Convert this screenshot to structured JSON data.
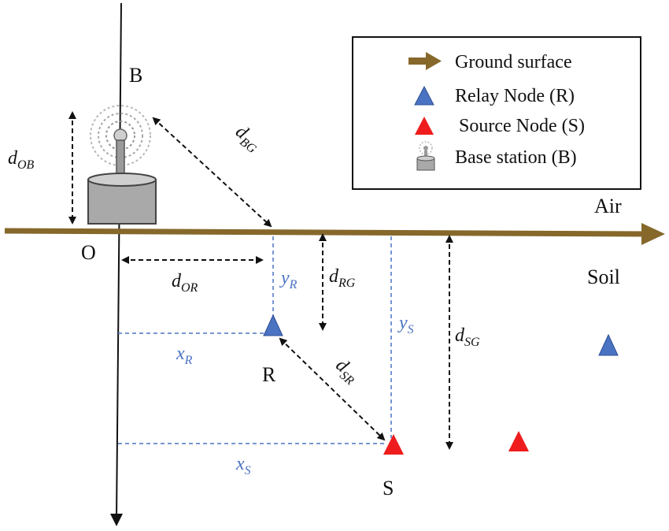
{
  "colors": {
    "ground": "#86682b",
    "relay": "#4a73c2",
    "source": "#ee1c1c",
    "blue_label": "#4a73c2",
    "black": "#111111"
  },
  "legend": {
    "ground": "Ground surface",
    "relay": "Relay Node (R)",
    "source": "Source Node (S)",
    "base": "Base station (B)"
  },
  "labels": {
    "B": "B",
    "O": "O",
    "R": "R",
    "S": "S",
    "air": "Air",
    "soil": "Soil"
  },
  "math": {
    "d_OB": {
      "base": "d",
      "sub": "OB"
    },
    "d_BG": {
      "base": "d",
      "sub": "BG"
    },
    "d_OR": {
      "base": "d",
      "sub": "OR"
    },
    "d_RG": {
      "base": "d",
      "sub": "RG"
    },
    "d_SG": {
      "base": "d",
      "sub": "SG"
    },
    "d_SR": {
      "base": "d",
      "sub": "SR"
    },
    "y_R": {
      "base": "y",
      "sub": "R"
    },
    "y_S": {
      "base": "y",
      "sub": "S"
    },
    "x_R": {
      "base": "x",
      "sub": "R"
    },
    "x_S": {
      "base": "x",
      "sub": "S"
    }
  }
}
